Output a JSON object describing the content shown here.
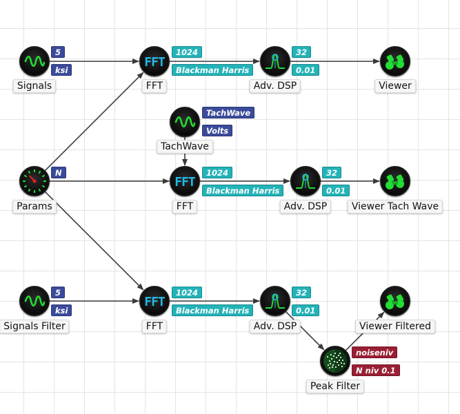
{
  "colors": {
    "icon_green": "#22dd33",
    "wire": "#3a3a3a",
    "tag_blue": "#3b4b9a",
    "tag_teal": "#23b3b8",
    "tag_red": "#9a1f33",
    "grid": "#e3e3e3"
  },
  "nodes": {
    "signals": {
      "label": "Signals",
      "icon": "sine-wave-icon",
      "params": [
        "5",
        "ksi"
      ]
    },
    "fft_1": {
      "label": "FFT",
      "icon": "fft-icon",
      "params": [
        "1024",
        "Blackman Harris"
      ]
    },
    "adv_dsp_1": {
      "label": "Adv. DSP",
      "icon": "spectrum-peak-icon",
      "params": [
        "32",
        "0.01"
      ]
    },
    "viewer": {
      "label": "Viewer",
      "icon": "binoculars-icon",
      "params": []
    },
    "tachwave": {
      "label": "TachWave",
      "icon": "sine-wave-icon",
      "params": [
        "TachWave",
        "Volts"
      ]
    },
    "params": {
      "label": "Params",
      "icon": "gauge-icon",
      "params": [
        "N"
      ]
    },
    "fft_2": {
      "label": "FFT",
      "icon": "fft-icon",
      "params": [
        "1024",
        "Blackman Harris"
      ]
    },
    "adv_dsp_2": {
      "label": "Adv. DSP",
      "icon": "spectrum-peak-icon",
      "params": [
        "32",
        "0.01"
      ]
    },
    "viewer_tach": {
      "label": "Viewer Tach Wave",
      "icon": "binoculars-icon",
      "params": []
    },
    "signals_filter": {
      "label": "Signals Filter",
      "icon": "sine-wave-icon",
      "params": [
        "5",
        "ksi"
      ]
    },
    "fft_3": {
      "label": "FFT",
      "icon": "fft-icon",
      "params": [
        "1024",
        "Blackman Harris"
      ]
    },
    "adv_dsp_3": {
      "label": "Adv. DSP",
      "icon": "spectrum-peak-icon",
      "params": [
        "32",
        "0.01"
      ]
    },
    "viewer_filtered": {
      "label": "Viewer Filtered",
      "icon": "binoculars-icon",
      "params": []
    },
    "peak_filter": {
      "label": "Peak Filter",
      "icon": "noise-filter-icon",
      "params": [
        "noiseniv",
        "N niv 0.1"
      ]
    }
  },
  "connections": [
    [
      "signals",
      "fft_1"
    ],
    [
      "fft_1",
      "adv_dsp_1"
    ],
    [
      "adv_dsp_1",
      "viewer"
    ],
    [
      "params",
      "fft_1"
    ],
    [
      "params",
      "fft_2"
    ],
    [
      "params",
      "fft_3"
    ],
    [
      "tachwave",
      "fft_2"
    ],
    [
      "fft_2",
      "adv_dsp_2"
    ],
    [
      "adv_dsp_2",
      "viewer_tach"
    ],
    [
      "signals_filter",
      "fft_3"
    ],
    [
      "fft_3",
      "adv_dsp_3"
    ],
    [
      "adv_dsp_3",
      "peak_filter"
    ],
    [
      "peak_filter",
      "viewer_filtered"
    ]
  ]
}
